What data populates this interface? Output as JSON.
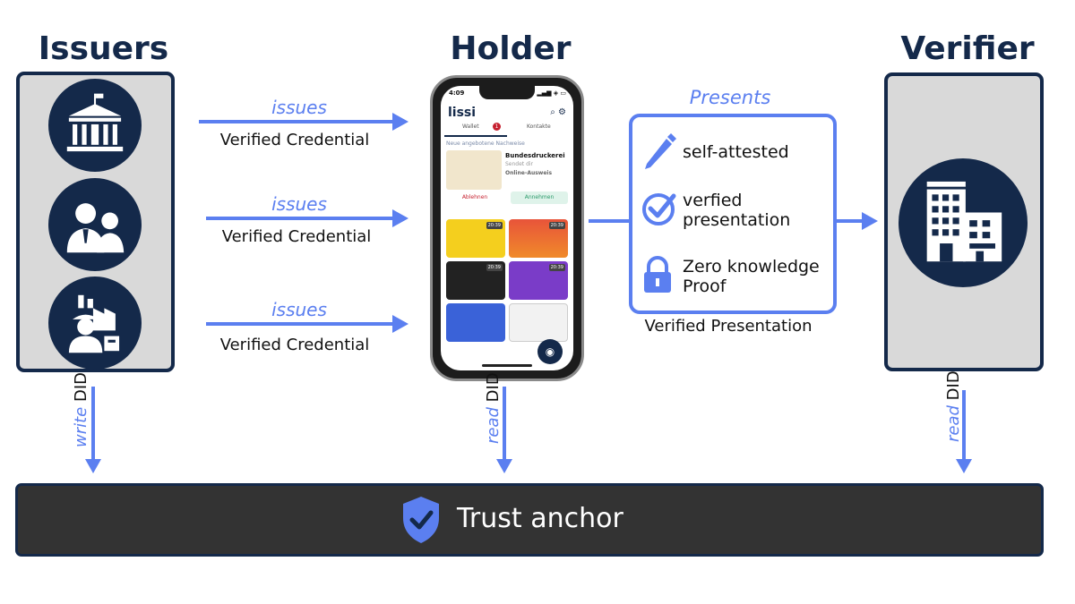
{
  "titles": {
    "issuers": "Issuers",
    "holder": "Holder",
    "verifier": "Verifier"
  },
  "issue_flows": [
    {
      "verb": "issues",
      "label": "Verified Credential"
    },
    {
      "verb": "issues",
      "label": "Verified Credential"
    },
    {
      "verb": "issues",
      "label": "Verified Credential"
    }
  ],
  "issuer_icons": [
    "government-building-icon",
    "people-icon",
    "factory-worker-icon"
  ],
  "phone": {
    "time": "4:09",
    "app_name": "lissi",
    "tabs": [
      "Wallet",
      "Kontakte"
    ],
    "badge": "1",
    "section_title": "Neue angebotene Nachweise",
    "issuer_name": "Bundesdruckerei",
    "sent_by": "Sendet dir",
    "credential_name": "Online-Ausweis",
    "decline": "Ablehnen",
    "accept": "Annehmen",
    "tile_time": "20:39"
  },
  "presentation": {
    "title": "Presents",
    "items": [
      {
        "icon": "pen-icon",
        "text": "self-attested"
      },
      {
        "icon": "check-circle-icon",
        "text": "verfied presentation"
      },
      {
        "icon": "lock-icon",
        "text": "Zero knowledge Proof"
      }
    ],
    "footer": "Verified Presentation"
  },
  "did_links": [
    {
      "verb": "write",
      "noun": "DID"
    },
    {
      "verb": "read",
      "noun": "DID"
    },
    {
      "verb": "read",
      "noun": "DID"
    }
  ],
  "trust_anchor": {
    "label": "Trust anchor"
  },
  "colors": {
    "navy": "#14294a",
    "accent": "#5b7ff0",
    "panel": "#d9d9d9",
    "bar": "#333333"
  }
}
